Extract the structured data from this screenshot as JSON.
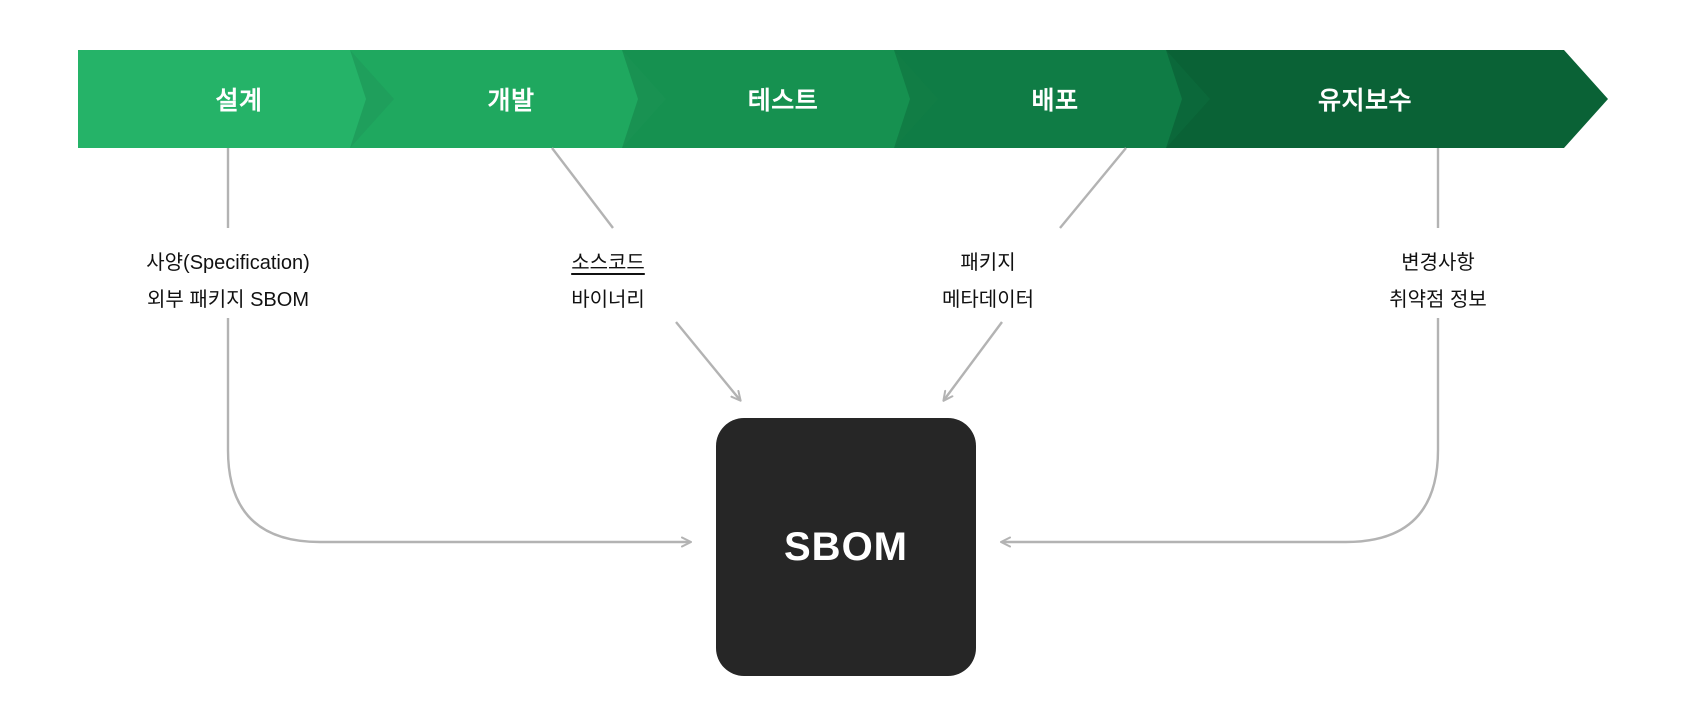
{
  "diagram": {
    "title": "SBOM lifecycle diagram",
    "background": "#ffffff",
    "connector_color": "#b3b3b3"
  },
  "process_bar": {
    "stages": [
      {
        "label": "설계",
        "color": "#25b368",
        "shadow": "#1fa35e"
      },
      {
        "label": "개발",
        "color": "#1fa85f",
        "shadow": "#1a9455"
      },
      {
        "label": "테스트",
        "color": "#169150",
        "shadow": "#128046"
      },
      {
        "label": "배포",
        "color": "#0f7c45",
        "shadow": "#0c6c3c"
      },
      {
        "label": "유지보수",
        "color": "#0a6236",
        "shadow": "#085530"
      }
    ]
  },
  "artifacts": [
    {
      "stage": "설계",
      "lines": [
        {
          "text": "사양(Specification)",
          "underline": false
        },
        {
          "text": "외부 패키지 SBOM",
          "underline": false
        }
      ]
    },
    {
      "stage": "개발",
      "lines": [
        {
          "text": "소스코드",
          "underline": true
        },
        {
          "text": "바이너리",
          "underline": false
        }
      ]
    },
    {
      "stage": "배포",
      "lines": [
        {
          "text": "패키지",
          "underline": false
        },
        {
          "text": "메타데이터",
          "underline": false
        }
      ]
    },
    {
      "stage": "유지보수",
      "lines": [
        {
          "text": "변경사항",
          "underline": false
        },
        {
          "text": "취약점 정보",
          "underline": false
        }
      ]
    }
  ],
  "sbom_node": {
    "label": "SBOM",
    "fill": "#262626",
    "text_color": "#ffffff"
  }
}
